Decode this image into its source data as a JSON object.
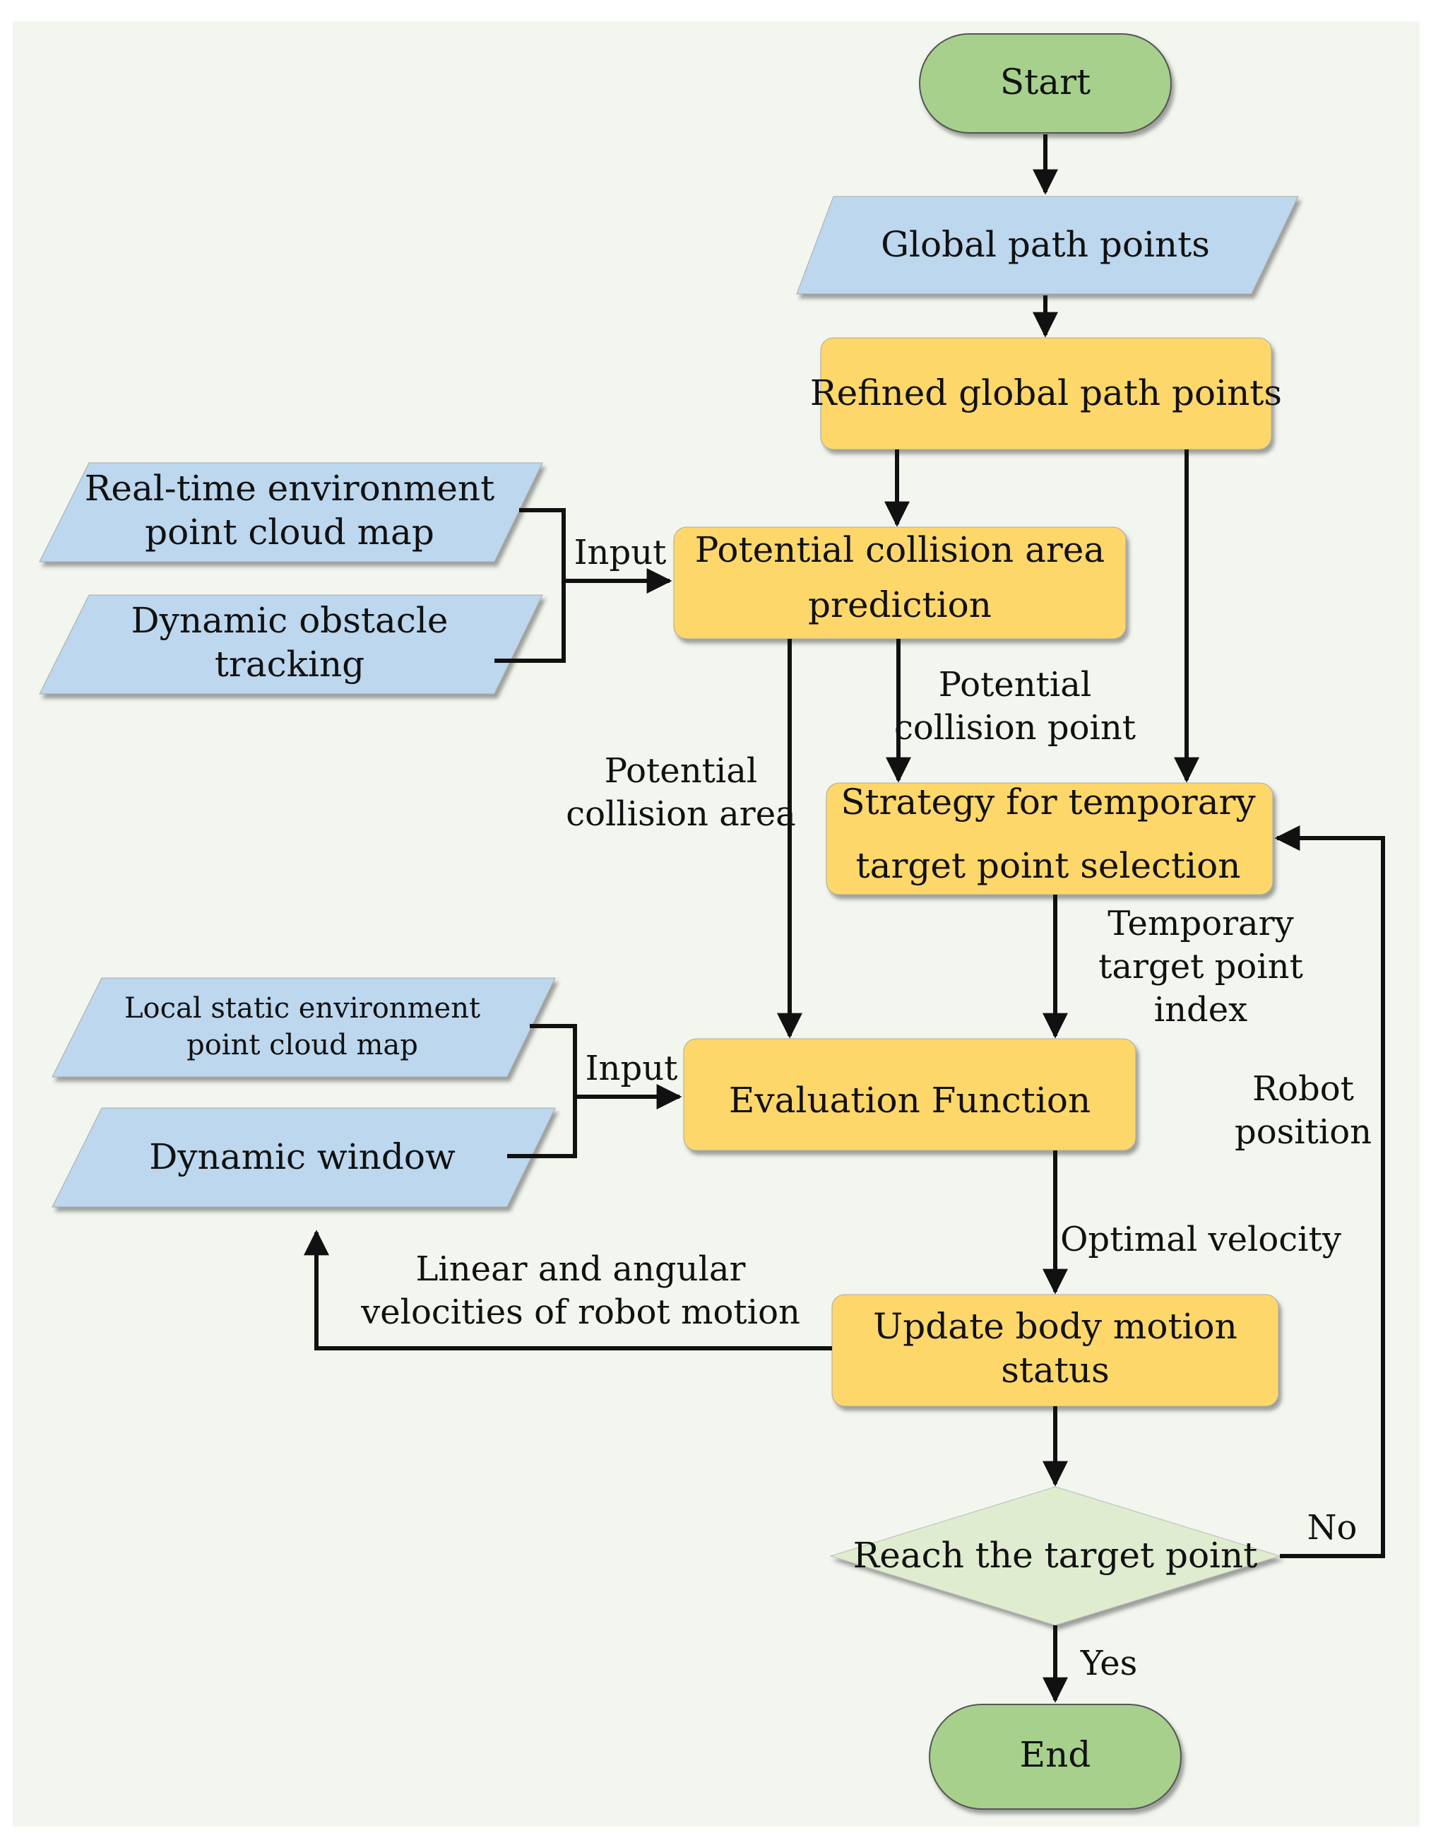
{
  "colors": {
    "background": "#f2f6ee",
    "terminal_fill": "#a6d08c",
    "io_fill": "#bcd7ee",
    "process_fill": "#fdd76a",
    "decision_fill": "#dfeccf",
    "stroke": "#111111"
  },
  "nodes": {
    "start": {
      "text": "Start"
    },
    "global_path": {
      "text": "Global path points"
    },
    "refined_path": {
      "text": "Refined global path points"
    },
    "realtime_env": {
      "line1": "Real-time environment",
      "line2": "point cloud map"
    },
    "dynamic_obstacle": {
      "line1": "Dynamic obstacle",
      "line2": "tracking"
    },
    "collision_prediction": {
      "line1": "Potential collision area",
      "line2": "prediction"
    },
    "temp_target_strategy": {
      "line1": "Strategy for temporary",
      "line2": "target point selection"
    },
    "local_static_env": {
      "line1": "Local static environment",
      "line2": "point cloud map"
    },
    "dynamic_window": {
      "text": "Dynamic window"
    },
    "evaluation_function": {
      "text": "Evaluation Function"
    },
    "update_motion": {
      "line1": "Update body motion",
      "line2": "status"
    },
    "reach_target": {
      "text": "Reach the target point"
    },
    "end": {
      "text": "End"
    }
  },
  "edge_labels": {
    "input_top": "Input",
    "input_bottom": "Input",
    "potential_collision_point": {
      "line1": "Potential",
      "line2": "collision point"
    },
    "potential_collision_area": {
      "line1": "Potential",
      "line2": "collision area"
    },
    "temp_target_index": {
      "line1": "Temporary",
      "line2": "target point",
      "line3": "index"
    },
    "robot_position": {
      "line1": "Robot",
      "line2": "position"
    },
    "optimal_velocity": "Optimal velocity",
    "linear_angular": {
      "line1": "Linear and angular",
      "line2": "velocities of robot motion"
    },
    "no": "No",
    "yes": "Yes"
  }
}
